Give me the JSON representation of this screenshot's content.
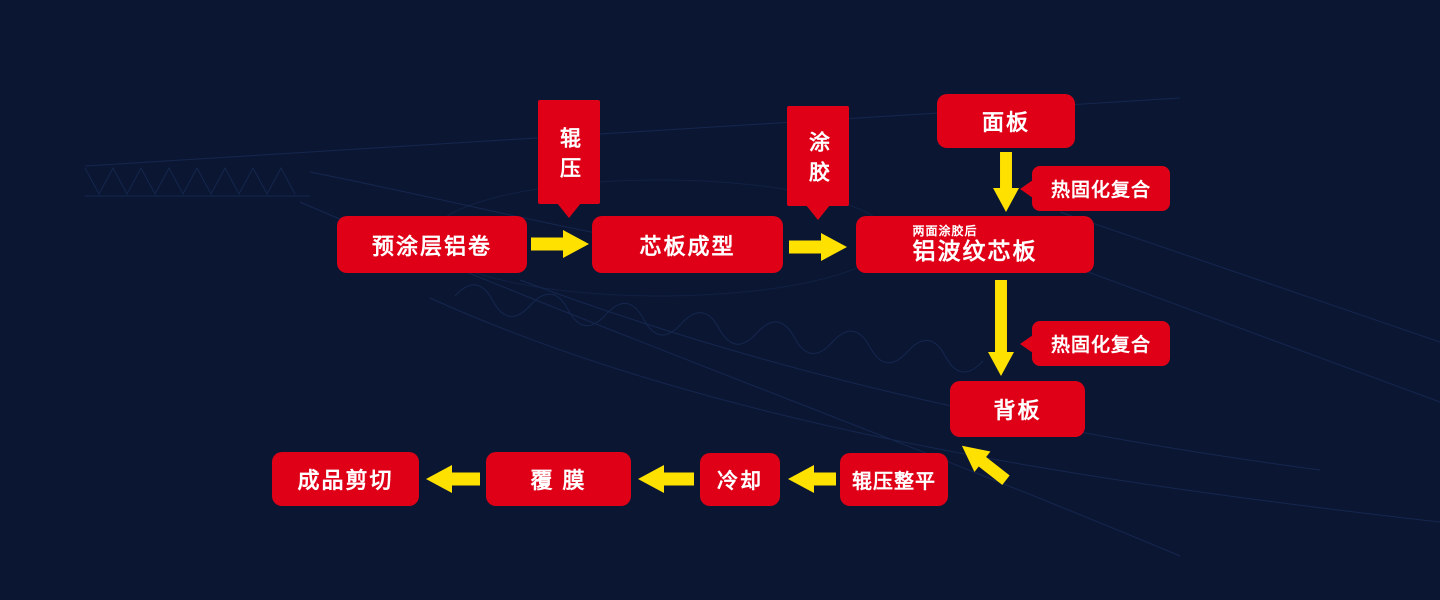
{
  "colors": {
    "background": "#0b1632",
    "node_red": "#df0018",
    "arrow_yellow": "#ffe100",
    "text": "#ffffff"
  },
  "flow": {
    "top_row": {
      "precoated_coil": "预涂层铝卷",
      "core_forming": "芯板成型",
      "corrugated_core_note": "两面涂胶后",
      "corrugated_core": "铝波纹芯板"
    },
    "labels": {
      "roll_press": "辊压",
      "gluing": "涂胶"
    },
    "right_column": {
      "face_panel": "面板",
      "thermal_cure_1": "热固化复合",
      "thermal_cure_2": "热固化复合",
      "back_panel": "背板"
    },
    "bottom_row": {
      "roll_flattening": "辊压整平",
      "cooling": "冷却",
      "film_coating": "覆 膜",
      "product_cutting": "成品剪切"
    }
  }
}
